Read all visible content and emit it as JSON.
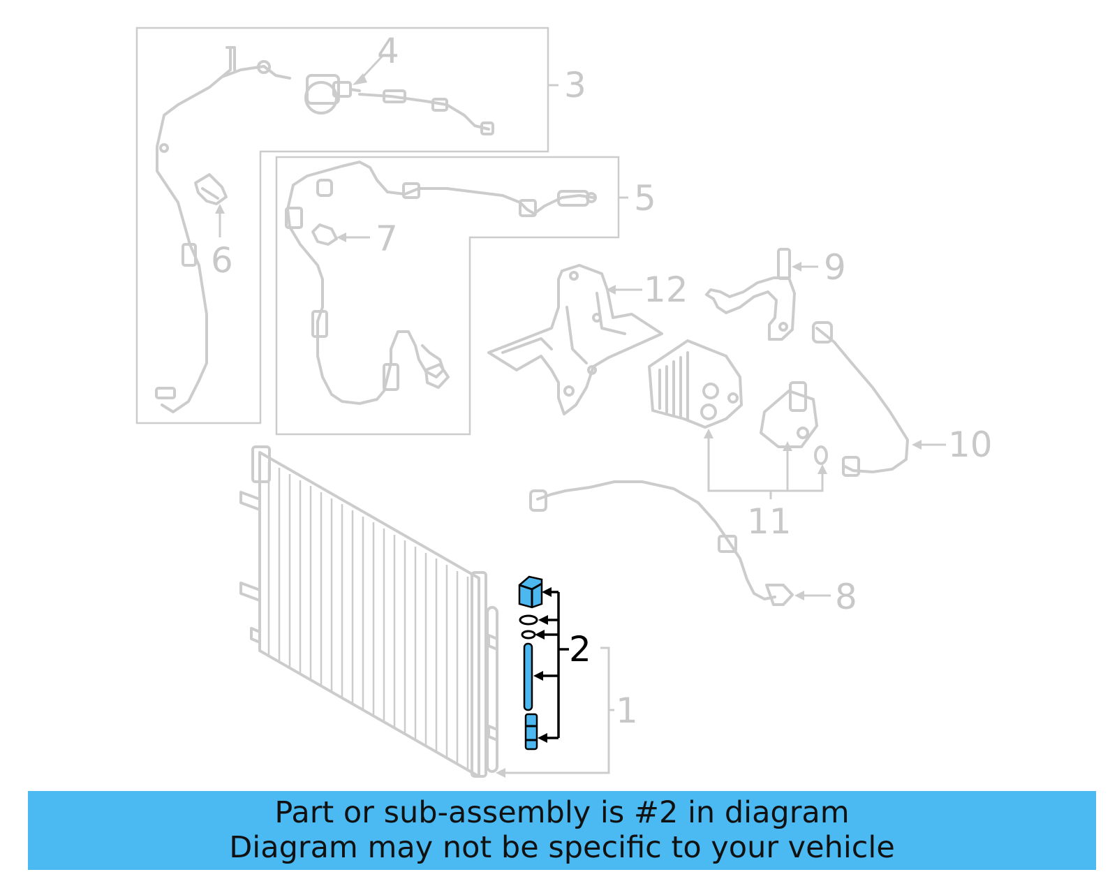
{
  "callouts": {
    "c1": "1",
    "c2": "2",
    "c3": "3",
    "c4": "4",
    "c5": "5",
    "c6": "6",
    "c7": "7",
    "c8": "8",
    "c9": "9",
    "c10": "10",
    "c11": "11",
    "c12": "12"
  },
  "highlighted_callout": "2",
  "colors": {
    "highlight": "#4db8f0",
    "banner": "#4bbaf2",
    "ghost": "#cccccc"
  },
  "banner": {
    "line1": "Part or sub-assembly is #2 in diagram",
    "line2": "Diagram may not be specific to your vehicle"
  }
}
